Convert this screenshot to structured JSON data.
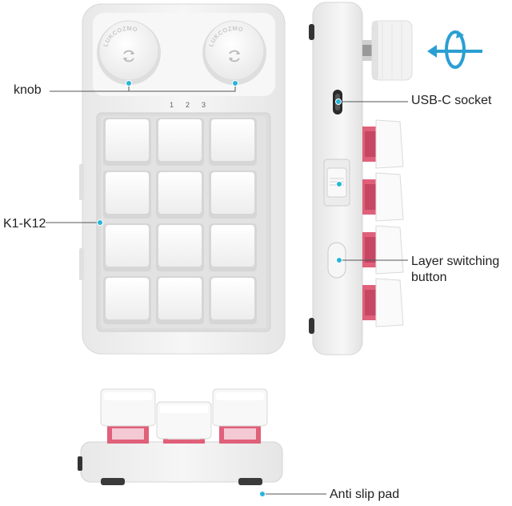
{
  "brand": "LUKCOZMO",
  "labels": {
    "knob": "knob",
    "keys": "K1-K12",
    "usb_c": "USB-C socket",
    "layer_line1": "Layer switching",
    "layer_line2": "button",
    "anti_slip": "Anti slip pad"
  },
  "layer_indicators": [
    "1",
    "2",
    "3"
  ],
  "key_count": 12,
  "colors": {
    "body": "#f3f3f3",
    "keycap": "#fbfbfb",
    "switch": "#e0607a",
    "callout": "#27b5d9",
    "arrow": "#2b9fd2"
  },
  "icons": [
    "rotate-arrow-icon",
    "refresh-logo-icon"
  ]
}
